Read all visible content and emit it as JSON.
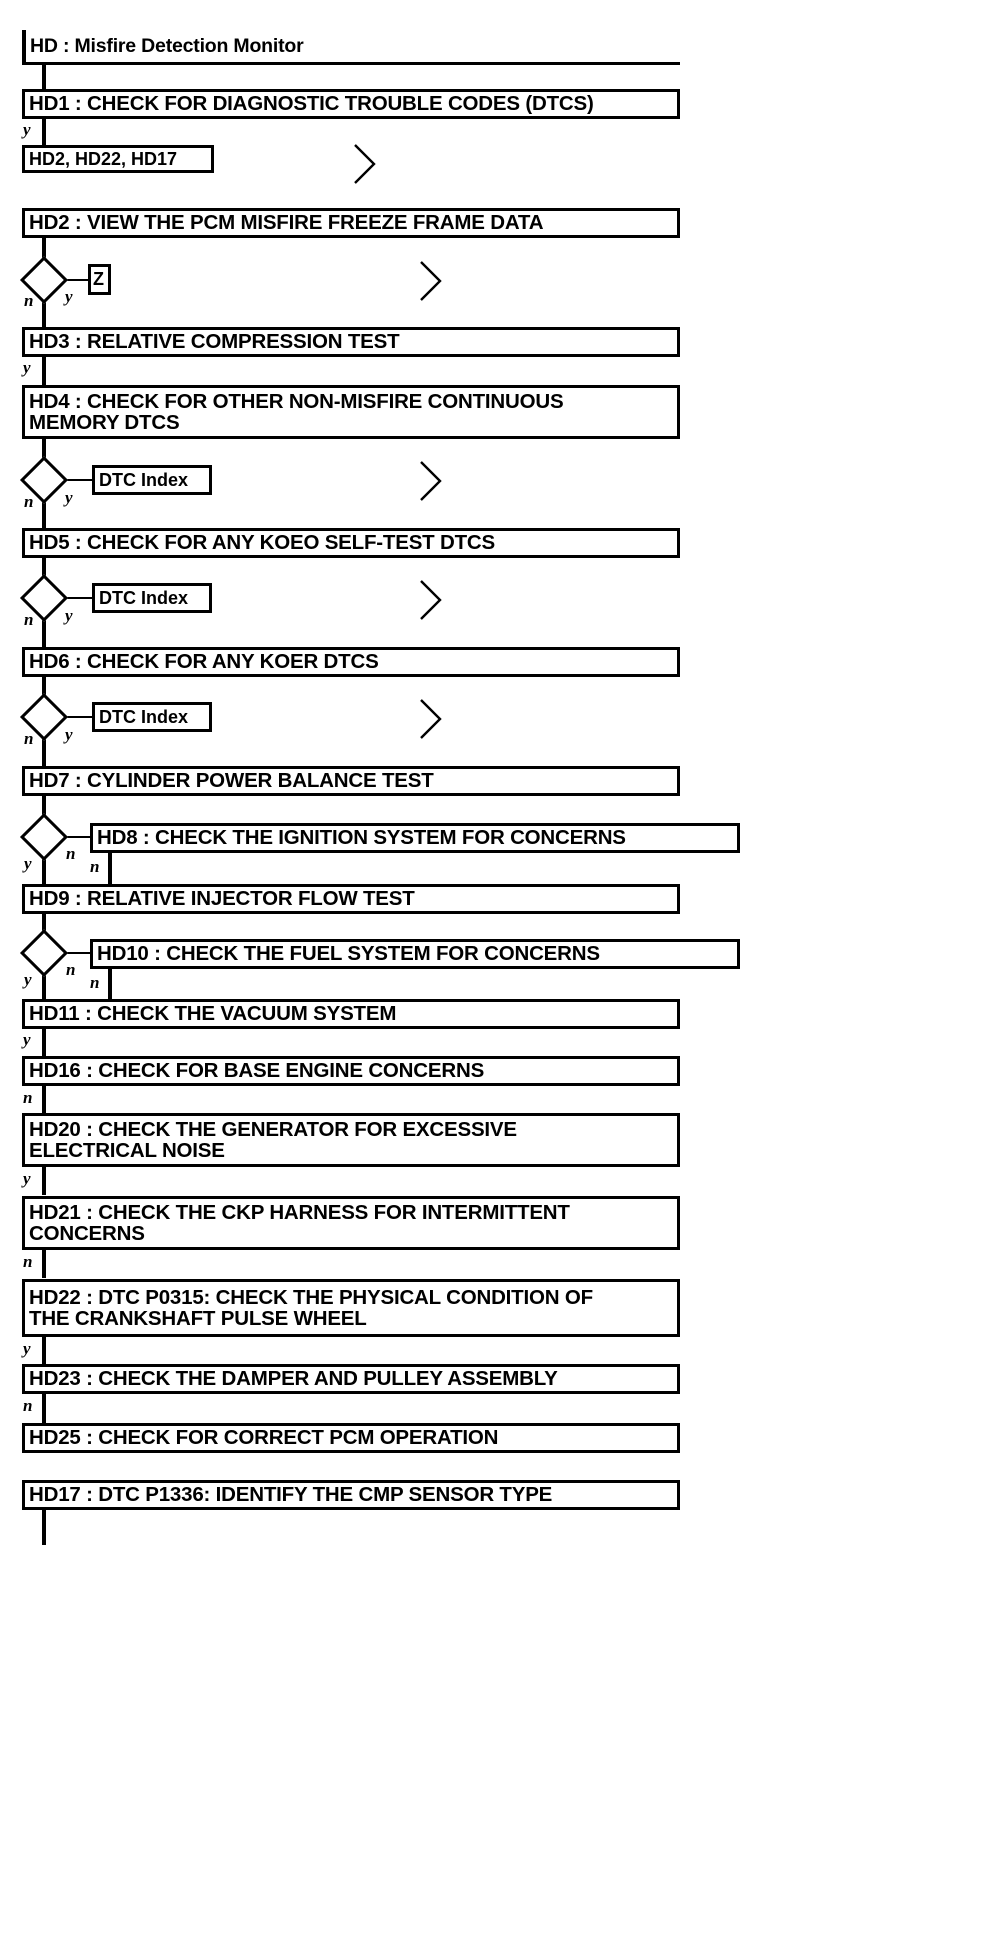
{
  "diagram": {
    "title": "HD : Misfire Detection Monitor",
    "branch_yes": "y",
    "branch_no": "n",
    "steps": {
      "hd1": "HD1 : CHECK FOR DIAGNOSTIC TROUBLE CODES (DTCS)",
      "hd2": "HD2 : VIEW THE PCM MISFIRE FREEZE FRAME DATA",
      "hd3": "HD3 : RELATIVE COMPRESSION TEST",
      "hd4": "HD4 : CHECK FOR OTHER NON-MISFIRE CONTINUOUS\nMEMORY DTCS",
      "hd5": "HD5 : CHECK FOR ANY KOEO SELF-TEST DTCS",
      "hd6": "HD6 : CHECK FOR ANY KOER DTCS",
      "hd7": "HD7 : CYLINDER POWER BALANCE TEST",
      "hd8": "HD8 : CHECK THE IGNITION SYSTEM FOR CONCERNS",
      "hd9": "HD9 : RELATIVE INJECTOR FLOW TEST",
      "hd10": "HD10 : CHECK THE FUEL SYSTEM FOR CONCERNS",
      "hd11": "HD11 : CHECK THE VACUUM SYSTEM",
      "hd16": "HD16 : CHECK FOR BASE ENGINE CONCERNS",
      "hd20": "HD20 : CHECK THE GENERATOR FOR EXCESSIVE\nELECTRICAL NOISE",
      "hd21": "HD21 : CHECK THE CKP HARNESS FOR INTERMITTENT\nCONCERNS",
      "hd22": "HD22 : DTC P0315: CHECK THE PHYSICAL CONDITION OF\nTHE CRANKSHAFT PULSE WHEEL",
      "hd23": "HD23 : CHECK THE DAMPER AND PULLEY ASSEMBLY",
      "hd25": "HD25 : CHECK FOR CORRECT PCM OPERATION",
      "hd17": "HD17 : DTC P1336: IDENTIFY THE CMP SENSOR TYPE"
    },
    "refs": {
      "hd1_targets": "HD2, HD22, HD17",
      "hd2_z": "Z",
      "dtc_index_hd4": "DTC Index",
      "dtc_index_hd5": "DTC Index",
      "dtc_index_hd6": "DTC Index"
    },
    "colors": {
      "stroke": "#000000",
      "background": "#ffffff"
    }
  }
}
